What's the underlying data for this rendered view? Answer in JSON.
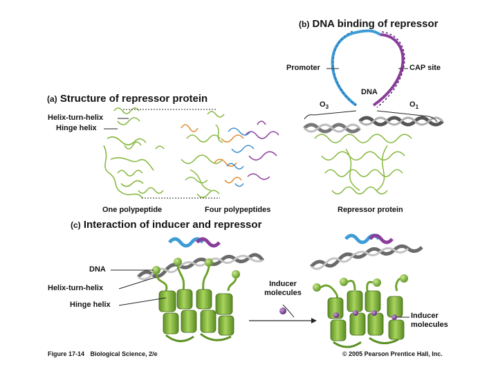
{
  "panel_a": {
    "title_tag": "(a)",
    "title": "Structure of repressor protein",
    "label_hth": "Helix-turn-helix",
    "label_hinge": "Hinge helix",
    "caption_left": "One polypeptide",
    "caption_right": "Four polypeptides"
  },
  "panel_b": {
    "title_tag": "(b)",
    "title": "DNA binding of repressor",
    "label_promoter": "Promoter",
    "label_cap": "CAP site",
    "label_dna": "DNA",
    "label_o3_main": "O",
    "label_o3_sub": "3",
    "label_o1_main": "O",
    "label_o1_sub": "1",
    "caption": "Repressor protein"
  },
  "panel_c": {
    "title_tag": "(c)",
    "title": "Interaction of inducer and repressor",
    "label_dna": "DNA",
    "label_hth": "Helix-turn-helix",
    "label_hinge": "Hinge helix",
    "label_inducer_mid": "Inducer molecules",
    "label_inducer_right": "Inducer molecules"
  },
  "footer": {
    "figure": "Figure 17-14",
    "book": "Biological Science, 2/e",
    "copyright": "© 2005 Pearson Prentice Hall, Inc."
  },
  "colors": {
    "protein_green": "#7fb33a",
    "dna_blue": "#3d9bd6",
    "dna_purple": "#8a3c9a",
    "dna_gray": "#8a8a8a",
    "orange": "#e08a2c",
    "inducer": "#7a3d96"
  }
}
